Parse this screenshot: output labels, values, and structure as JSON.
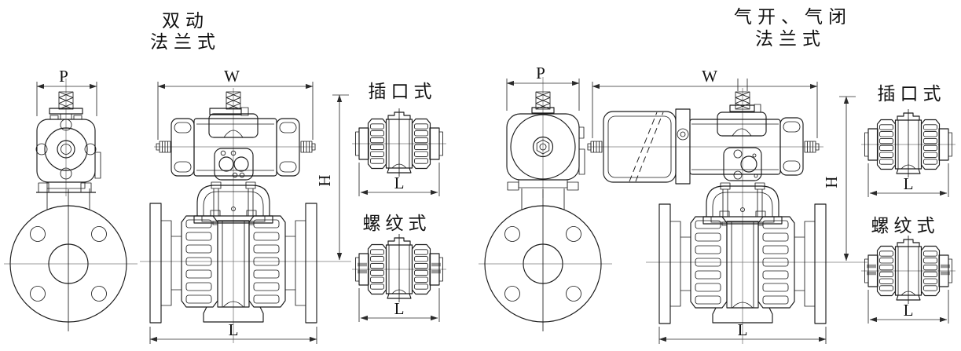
{
  "page": {
    "background": "#ffffff"
  },
  "drawing": {
    "line_color": "#1b1b1b",
    "centerline_color": "#7a7a7a",
    "left": {
      "title_line1": "双动",
      "title_line2": "法兰式",
      "front_view": {
        "dim_width_label": "P"
      },
      "main_view": {
        "dim_width_label": "W",
        "dim_height_label": "H",
        "dim_length_label": "L"
      },
      "socket_variant": {
        "label": "插口式",
        "dim_length_label": "L"
      },
      "threaded_variant": {
        "label": "螺纹式",
        "dim_length_label": "L"
      }
    },
    "right": {
      "title_line1": "气开、气闭",
      "title_line2": "法兰式",
      "front_view": {
        "dim_width_label": "P"
      },
      "main_view": {
        "dim_width_label": "W",
        "dim_height_label": "H",
        "dim_length_label": "L"
      },
      "socket_variant": {
        "label": "插口式",
        "dim_length_label": "L"
      },
      "threaded_variant": {
        "label": "螺纹式",
        "dim_length_label": "L"
      }
    }
  }
}
